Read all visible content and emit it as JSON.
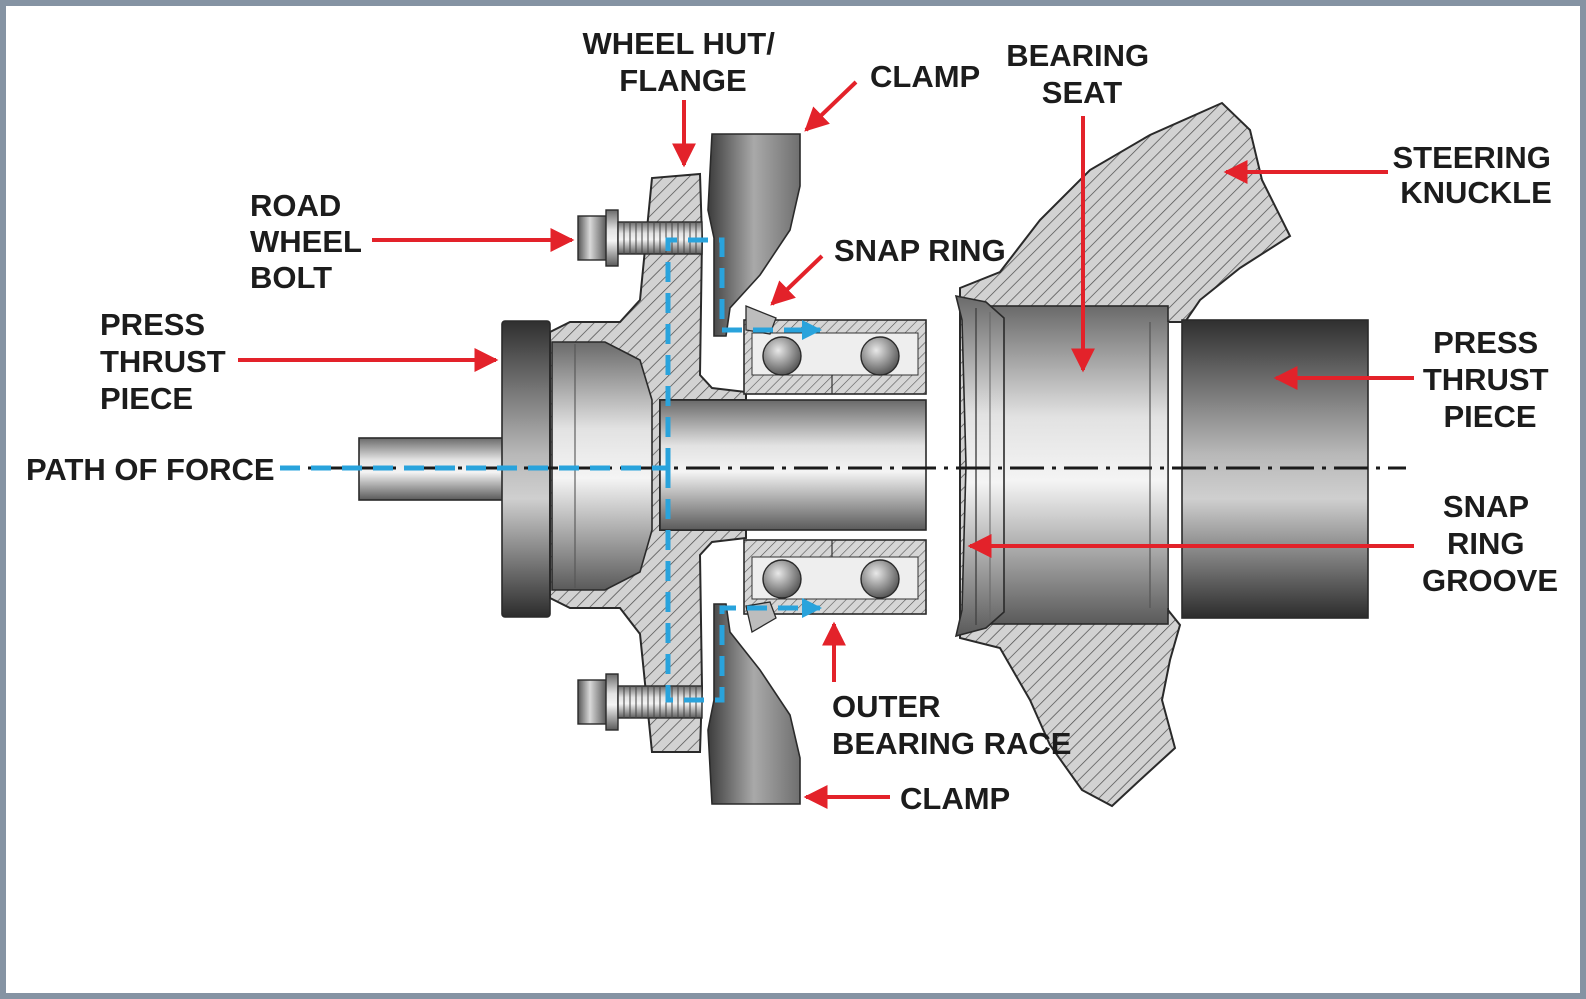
{
  "labels": {
    "wheel_hub": [
      "WHEEL HUT/",
      "FLANGE"
    ],
    "clamp_top": "CLAMP",
    "clamp_bottom": "CLAMP",
    "bearing_seat": [
      "BEARING",
      "SEAT"
    ],
    "steering_knuckle": [
      "STEERING",
      "KNUCKLE"
    ],
    "road_wheel_bolt": [
      "ROAD",
      "WHEEL",
      "BOLT"
    ],
    "snap_ring": "SNAP RING",
    "press_thrust_left": [
      "PRESS",
      "THRUST",
      "PIECE"
    ],
    "press_thrust_right": [
      "PRESS",
      "THRUST",
      "PIECE"
    ],
    "path_of_force": "PATH OF FORCE",
    "snap_ring_groove": [
      "SNAP",
      "RING",
      "GROOVE"
    ],
    "outer_bearing_race": [
      "OUTER",
      "BEARING RACE"
    ]
  },
  "colors": {
    "arrow": "#e3222a",
    "force_path": "#29a3dc",
    "frame": "#8593a3",
    "outline": "#2a2a2a",
    "hatch_bg": "#cfcfcf"
  }
}
